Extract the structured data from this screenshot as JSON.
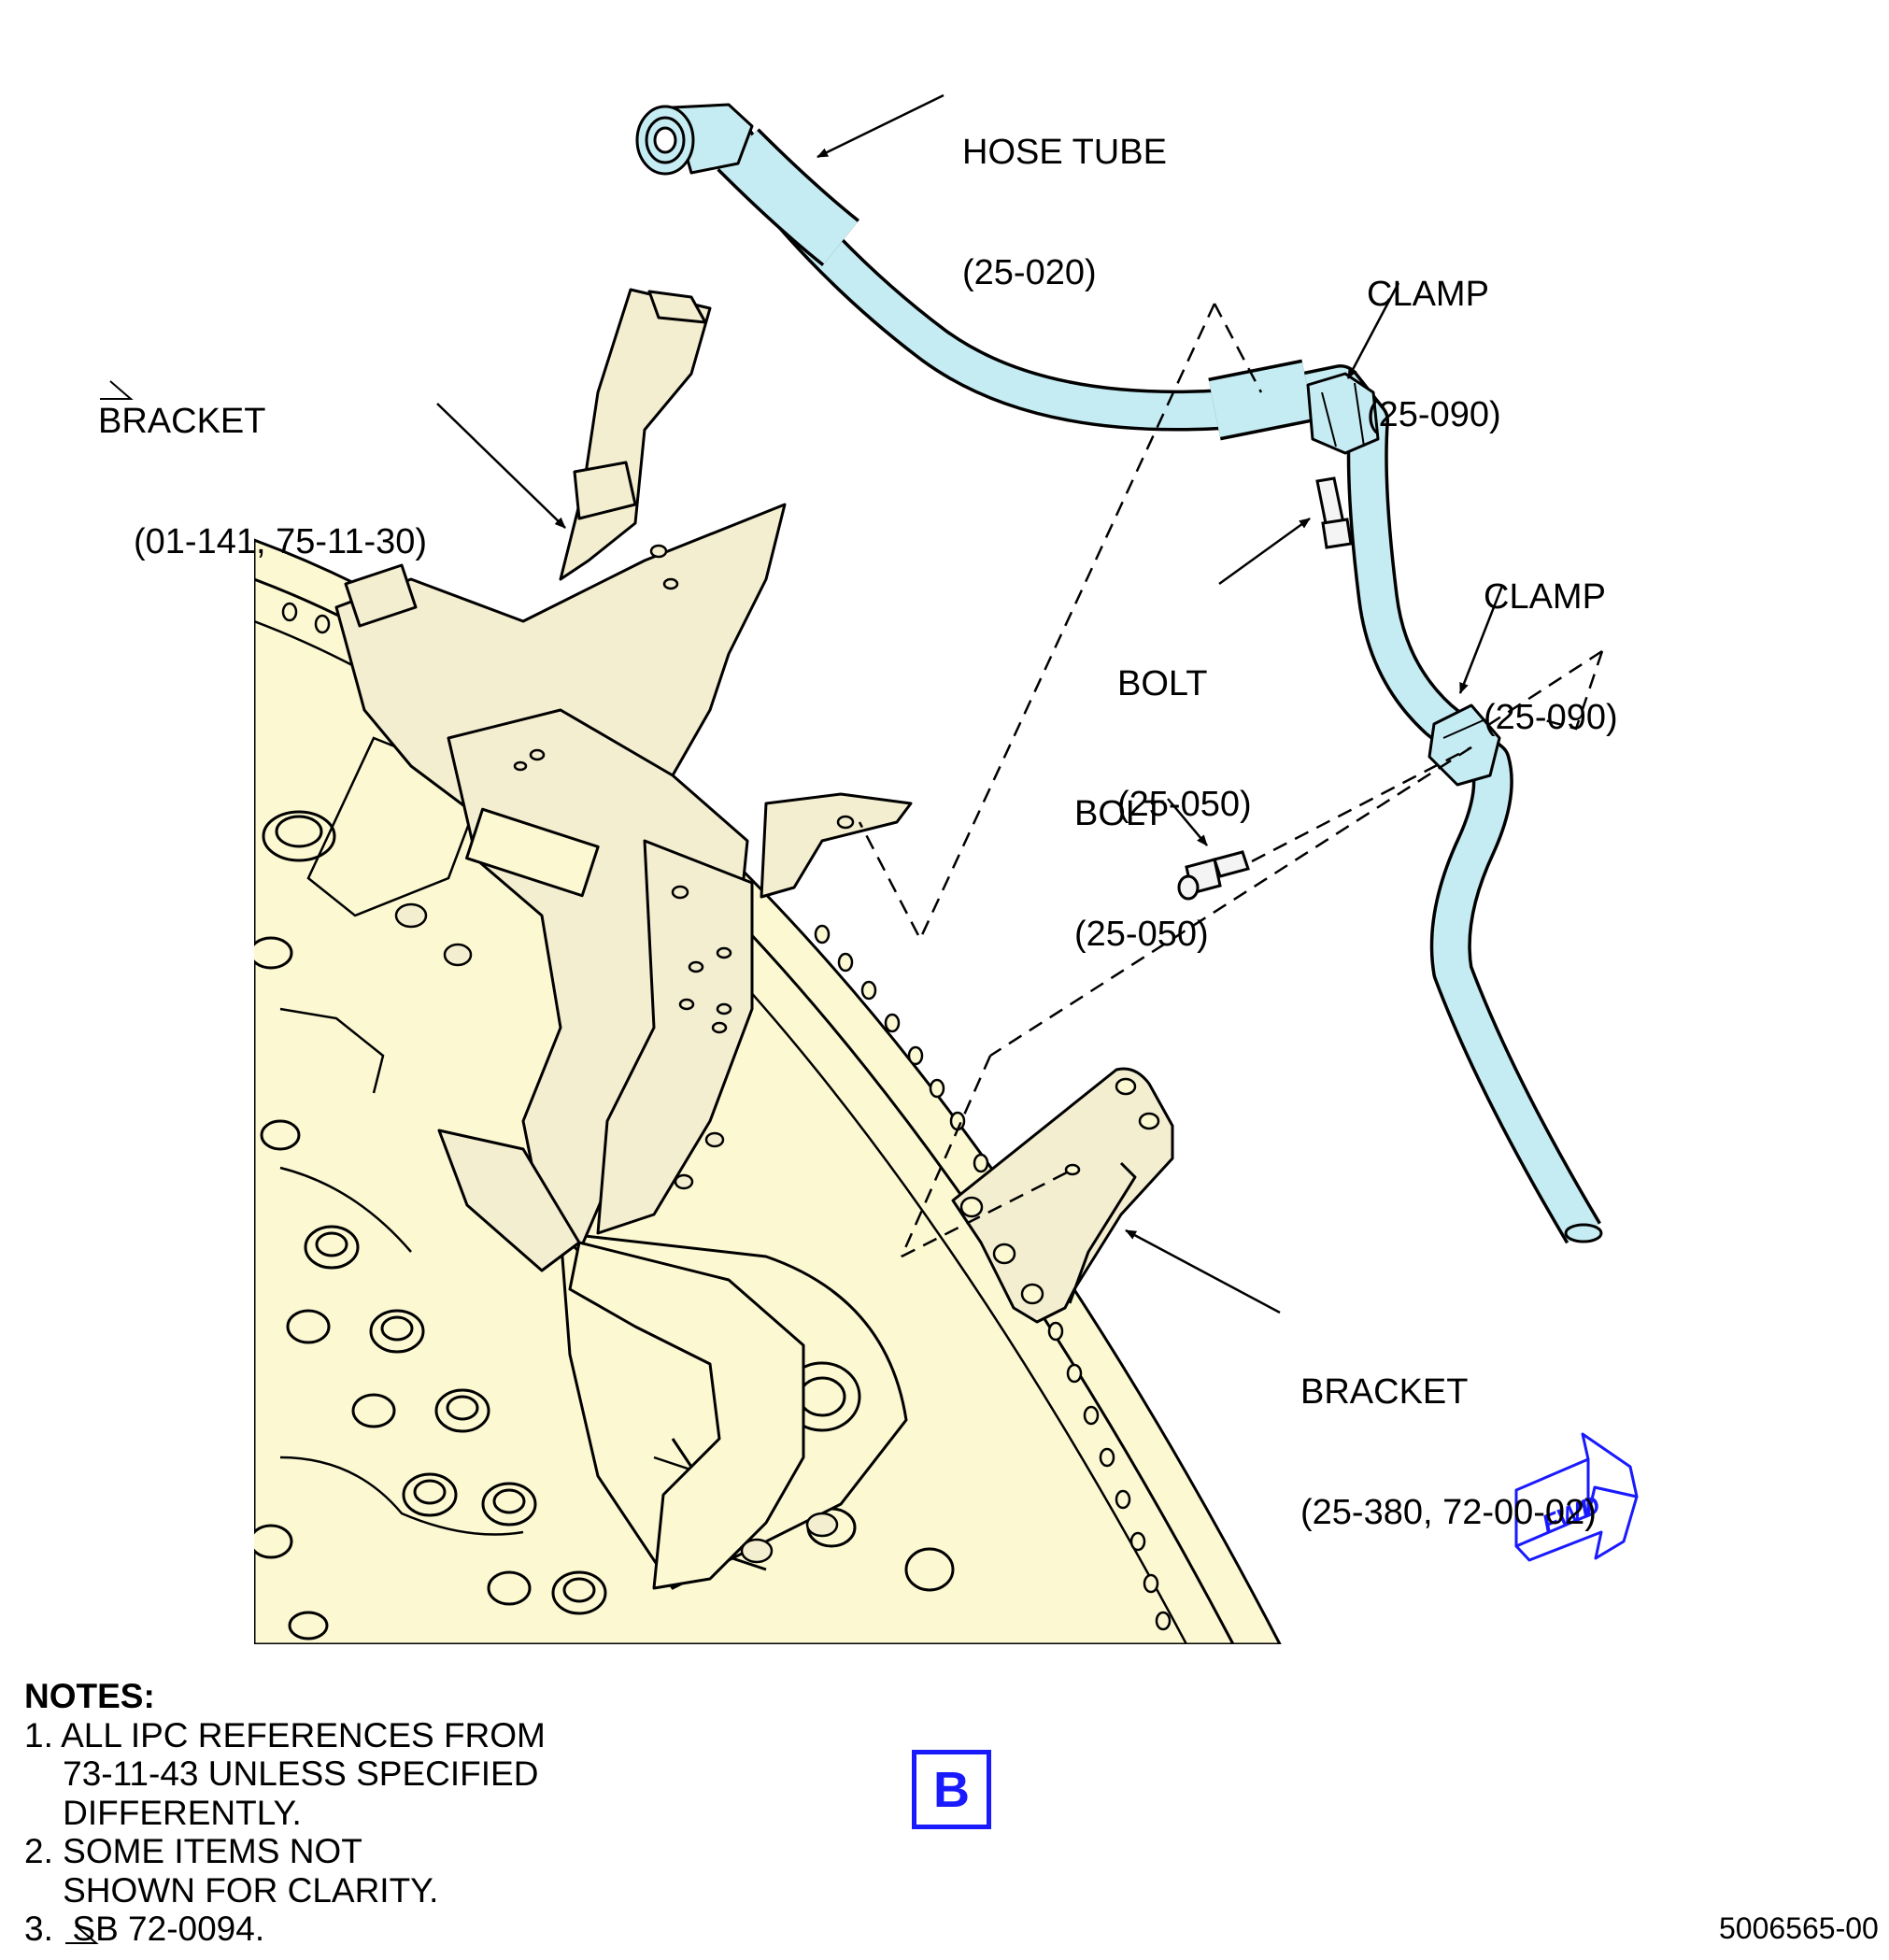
{
  "callouts": {
    "hose_tube": {
      "name": "HOSE TUBE",
      "ref": "(25-020)"
    },
    "clamp_upper": {
      "name": "CLAMP",
      "ref": "(25-090)"
    },
    "clamp_lower": {
      "name": "CLAMP",
      "ref": "(25-090)"
    },
    "bracket_upper": {
      "name": "BRACKET",
      "ref": "(01-141, 75-11-30)"
    },
    "bolt_upper": {
      "name": "BOLT",
      "ref": "(25-050)"
    },
    "bolt_lower": {
      "name": "BOLT",
      "ref": "(25-050)"
    },
    "bracket_lower": {
      "name": "BRACKET",
      "ref": "(25-380, 72-00-02)"
    }
  },
  "fwd_label": "FWD",
  "notes": {
    "title": "NOTES:",
    "lines": [
      "1. ALL IPC REFERENCES FROM",
      "    73-11-43 UNLESS SPECIFIED",
      "    DIFFERENTLY.",
      "2. SOME ITEMS NOT",
      "    SHOWN FOR CLARITY.",
      "3.  SB 72-0094."
    ]
  },
  "view_label": "B",
  "drawing_number": "5006565-00",
  "colors": {
    "casing_fill": "#fbf8d2",
    "bracket_fill": "#f4eed0",
    "hose_fill": "#c6ecf3",
    "accent_blue": "#1a1aff"
  }
}
